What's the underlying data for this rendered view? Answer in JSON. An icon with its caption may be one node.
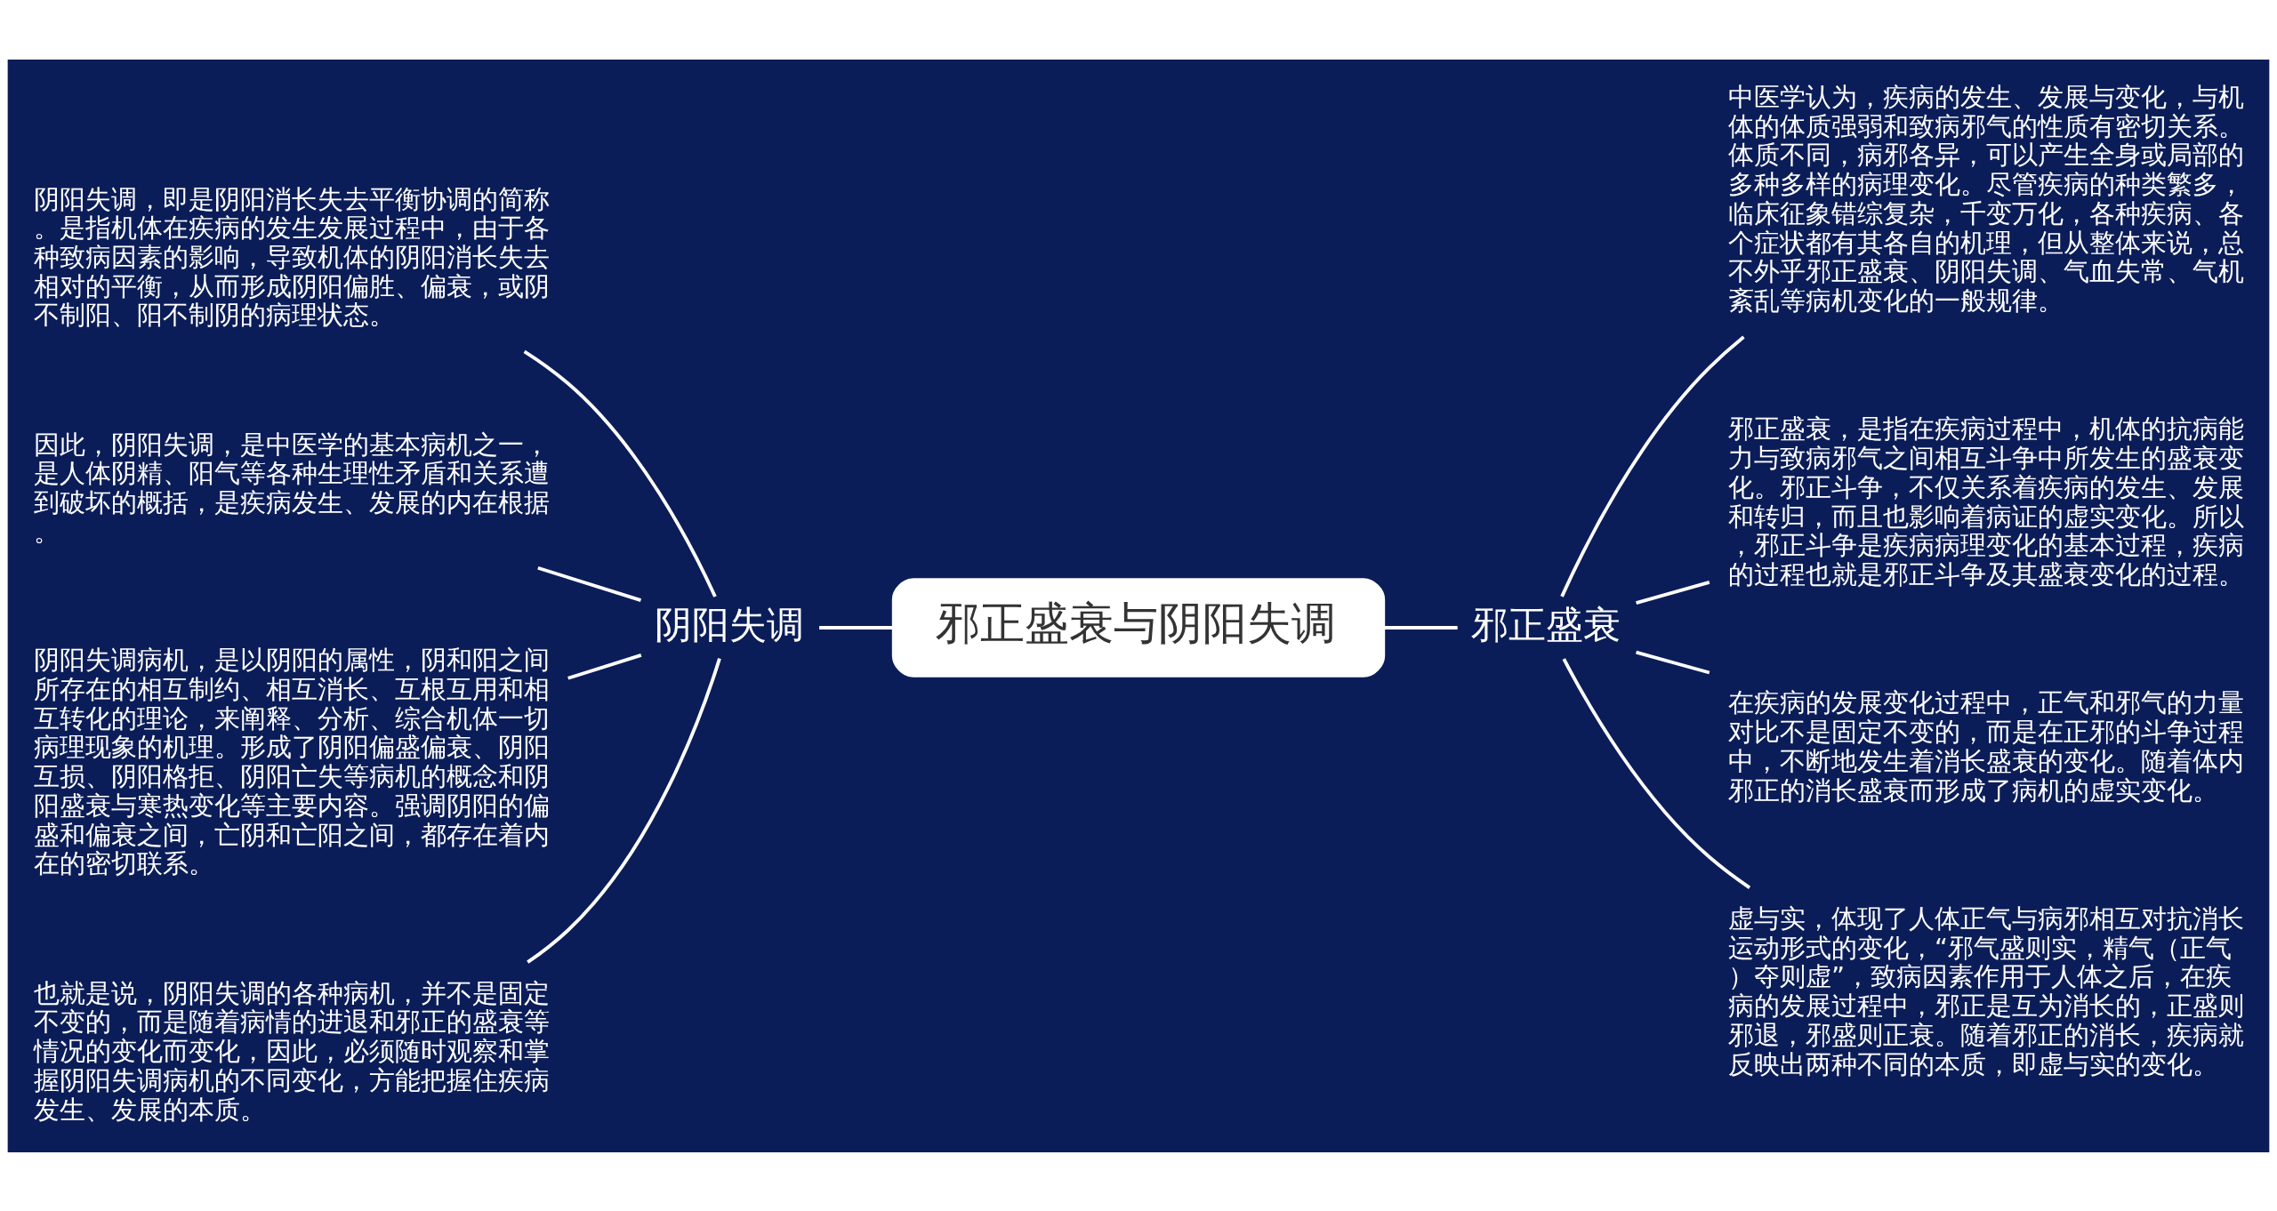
{
  "diagram": {
    "nodes": [
      {
        "text": [
          "邪正盛衰与阴阳失调"
        ]
      },
      {
        "text": [
          "阴阳失调"
        ]
      },
      {
        "text": [
          "阴阳失调，即是阴阳消长失去平衡协调的简称。是指机体在疾病的发生发展过程中，由于各种致病因素的影响，导致机体的阴阳消长失去相对的平衡，从而形成阴阳偏胜、偏衰，或阴不制阳、阳不制阴的病理状态。"
        ]
      },
      {
        "text": [
          "因此，阴阳失调，是中医学的基本病机之一，是人体阴精、阳气等各种生理性矛盾和关系遭到破坏的概括，是疾病发生、发展的内在根据。"
        ]
      },
      {
        "text": [
          "阴阳失调病机，是以阴阳的属性，阴和阳之间所存在的相互制约、相互消长、互根互用和相互转化的理论，来阐释、分析、综合机体一切病理现象的机理。形成了阴阳偏盛偏衰、阴阳互损、阴阳格拒、阴阳亡失等病机的概念和阴阳盛衰与寒热变化等主要内容。强调阴阳的偏盛和偏衰之间，亡阴和亡阳之间，都存在着内在的密切联系。"
        ]
      },
      {
        "text": [
          "也就是说，阴阳失调的各种病机，并不是固定不变的，而是随着病情的进退和邪正的盛衰等情况的变化而变化，因此，必须随时观察和掌握阴阳失调病机的不同变化，方能把握住疾病发生、发展的本质。"
        ]
      },
      {
        "text": [
          "邪正盛衰"
        ]
      },
      {
        "text": [
          "中医学认为，疾病的发生、发展与变化，与机体的体质强弱和致病邪气的性质有密切关系。体质不同，病邪各异，可以产生全身或局部的多种多样的病理变化。尽管疾病的种类繁多，临床征象错综复杂，千变万化，各种疾病、各个症状都有其各自的机理，但从整体来说，总不外乎邪正盛衰、阴阳失调、气血失常、气机紊乱等病机变化的一般规律。"
        ]
      },
      {
        "text": [
          "邪正盛衰，是指在疾病过程中，机体的抗病能力与致病邪气之间相互斗争中所发生的盛衰变化。邪正斗争，不仅关系着疾病的发生、发展和转归，而且也影响着病证的虚实变化。所以，邪正斗争是疾病病理变化的基本过程，疾病的过程也就是邪正斗争及其盛衰变化的过程。"
        ]
      },
      {
        "text": [
          "在疾病的发展变化过程中，正气和邪气的力量对比不是固定不变的，而是在正邪的斗争过程中，不断地发生着消长盛衰的变化。随着体内邪正的消长盛衰而形成了病机的虚实变化。"
        ]
      },
      {
        "text": [
          "虚与实，体现了人体正气与病邪相互对抗消长运动形式的变化，“邪气盛则实，精气（正气）夺则虚”，致病因素作用于人体之后，在疾病的发展过程中，邪正是互为消长的，正盛则邪退，邪盛则正衰。随着邪正的消长，疾病就反映出两种不同的本质，即虚与实的变化。"
        ]
      }
    ],
    "edges": [
      {
        "from": 0,
        "to": 1,
        "arrow": "none"
      },
      {
        "from": 1,
        "to": 2,
        "arrow": "none"
      },
      {
        "from": 1,
        "to": 3,
        "arrow": "none"
      },
      {
        "from": 1,
        "to": 4,
        "arrow": "none"
      },
      {
        "from": 1,
        "to": 5,
        "arrow": "none"
      },
      {
        "from": 0,
        "to": 6,
        "arrow": "none"
      },
      {
        "from": 6,
        "to": 7,
        "arrow": "none"
      },
      {
        "from": 6,
        "to": 8,
        "arrow": "none"
      },
      {
        "from": 6,
        "to": 9,
        "arrow": "none"
      },
      {
        "from": 6,
        "to": 10,
        "arrow": "none"
      }
    ]
  }
}
